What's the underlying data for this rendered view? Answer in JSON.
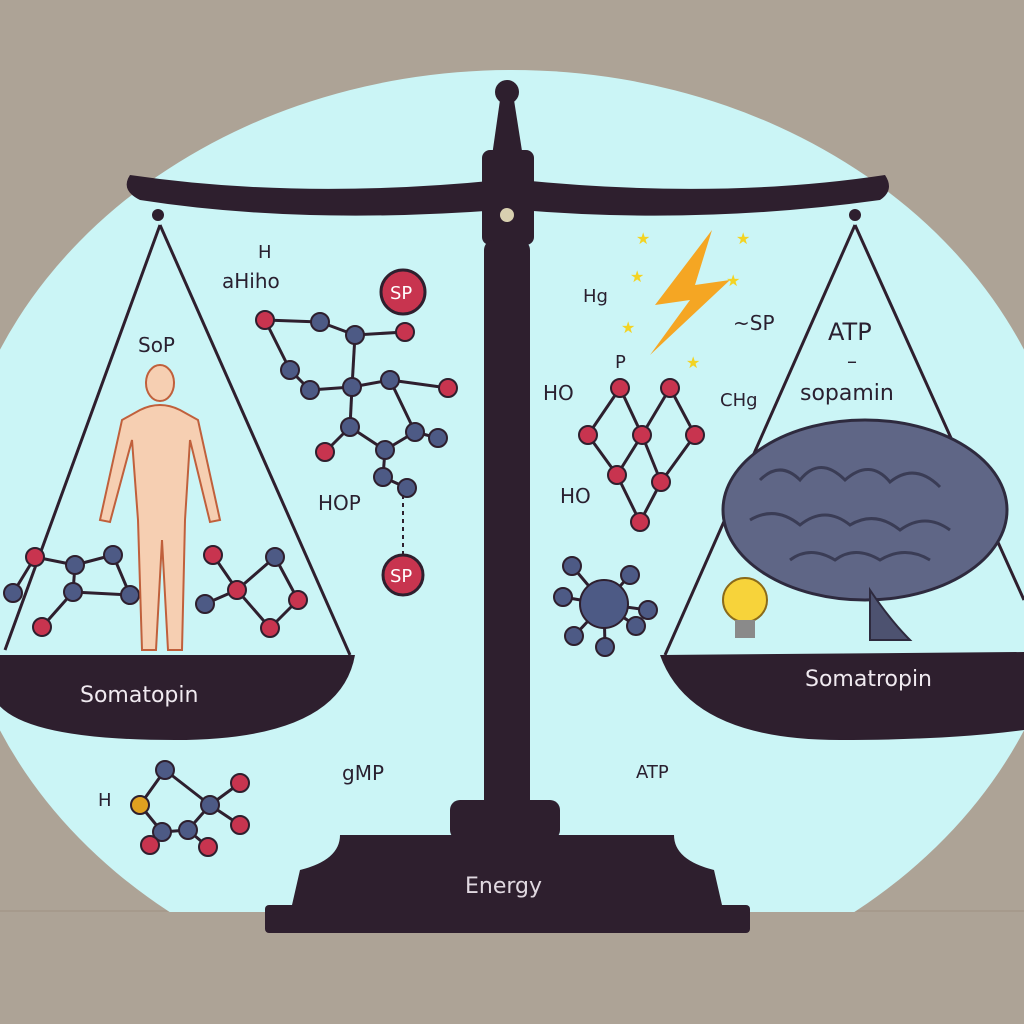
{
  "colors": {
    "backdrop": "#ada396",
    "circle": "#cbf5f6",
    "scale": "#2e1f2e",
    "atom_red": "#c8344f",
    "atom_blue": "#4d5a85",
    "brain": "#5f6686",
    "skin": "#f6cfb2",
    "bolt": "#f5a623",
    "star": "#f3d323"
  },
  "left_pan": {
    "label": "Somatopin",
    "above_label": "SoP",
    "figure": "human-body",
    "formula_h": "H",
    "formula_top": "aHiho",
    "atom_sp_top": "SP",
    "formula_hop": "HOP",
    "atom_sp_bottom": "SP"
  },
  "right_pan": {
    "label": "Somatropin",
    "title": "ATP",
    "dash": "–",
    "subtitle": "sopamin",
    "figure": "brain",
    "bulb": "light-bulb",
    "formula_hg": "Hg",
    "formula_sp": "~SP",
    "formula_p": "P",
    "formula_ho1": "HO",
    "formula_ch": "CHg",
    "formula_ho2": "HO"
  },
  "bottom": {
    "gmp": "gMP",
    "atp": "ATP",
    "h_label": "H",
    "base_label": "Energy"
  }
}
